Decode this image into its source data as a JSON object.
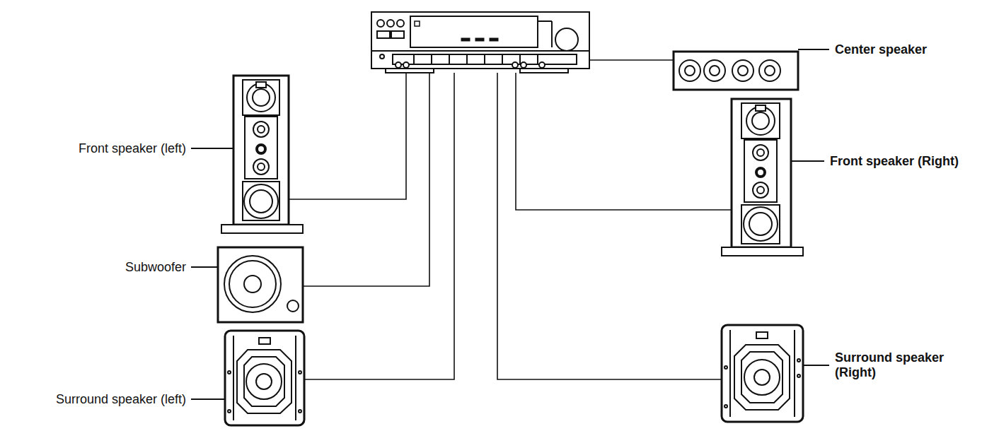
{
  "diagram": {
    "labels": [
      "Front speaker (left)",
      "Subwoofer",
      "Surround speaker (left)",
      "Center speaker",
      "Front speaker (Right)",
      "Surround speaker (Right)"
    ]
  }
}
